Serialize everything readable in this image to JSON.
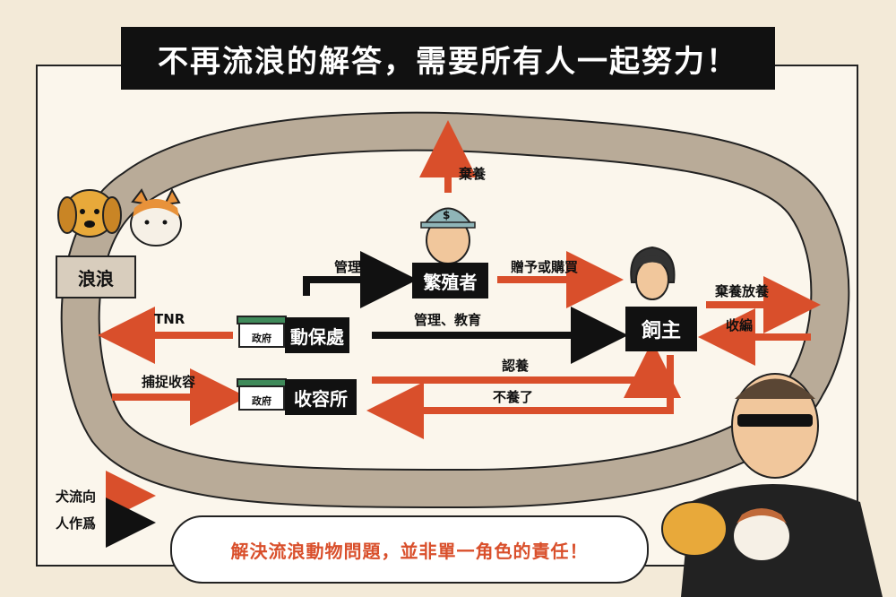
{
  "title": "不再流浪的解答，需要所有人一起努力！",
  "colors": {
    "dog_flow": "#d94f2b",
    "human_action": "#111111",
    "loop": "#b9ab98"
  },
  "nodes": {
    "stray": "浪浪",
    "breeder": "繁殖者",
    "animal_protection": "動保處",
    "shelter": "收容所",
    "owner": "飼主",
    "gov_mark": "政府"
  },
  "labels": {
    "abandon_top": "棄養",
    "manage": "管理",
    "gift_or_buy": "贈予或購買",
    "tnr": "TNR",
    "manage_educate": "管理、教育",
    "abandon_release": "棄養放養",
    "adopt_in": "收編",
    "capture": "捕捉收容",
    "adopt": "認養",
    "give_up": "不養了"
  },
  "legend": [
    {
      "label": "犬流向",
      "color": "#d94f2b"
    },
    {
      "label": "人作爲",
      "color": "#111111"
    }
  ],
  "bubble_text": "解決流浪動物問題，並非單一角色的責任！",
  "icons": [
    "dog-icon",
    "cat-icon",
    "breeder-person-icon",
    "owner-person-icon",
    "government-building-icon",
    "man-with-dogs-illustration"
  ]
}
